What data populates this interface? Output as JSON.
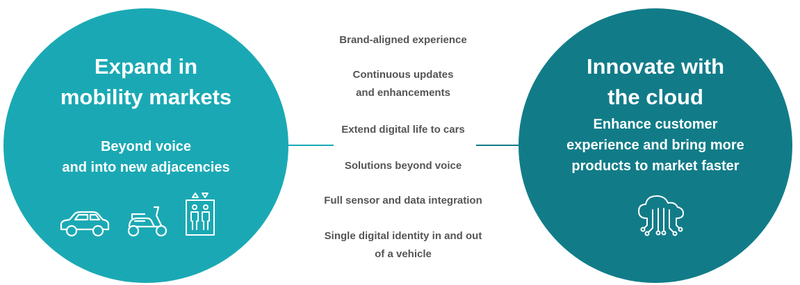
{
  "left_circle": {
    "title": "Expand in\nmobility markets",
    "subtitle": "Beyond voice\nand into new adjacencies",
    "color": "#1aa9b4",
    "icons": [
      "car-icon",
      "scooter-icon",
      "elevator-icon"
    ]
  },
  "right_circle": {
    "title": "Innovate with\nthe cloud",
    "subtitle": "Enhance customer\nexperience and bring more\nproducts to market faster",
    "color": "#117c88",
    "icons": [
      "cloud-circuit-icon"
    ]
  },
  "middle_items": [
    "Brand-aligned experience",
    "Continuous updates\nand enhancements",
    "Extend digital life to cars",
    "Solutions beyond voice",
    "Full sensor and data integration",
    "Single digital identity in and out\nof a vehicle"
  ],
  "text_color": "#555555"
}
